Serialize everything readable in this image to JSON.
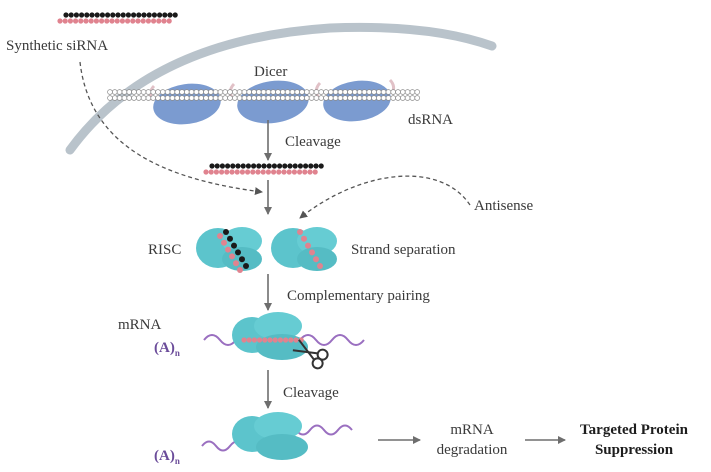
{
  "labels": {
    "synthetic_sirna": "Synthetic siRNA",
    "dicer": "Dicer",
    "dsrna": "dsRNA",
    "cleavage_1": "Cleavage",
    "antisense": "Antisense",
    "risc": "RISC",
    "strand_separation": "Strand separation",
    "complementary_pairing": "Complementary pairing",
    "mrna": "mRNA",
    "poly_a_1": "(A)",
    "poly_a_1_sub": "n",
    "cleavage_2": "Cleavage",
    "poly_a_2": "(A)",
    "poly_a_2_sub": "n",
    "mrna_degradation_line1": "mRNA",
    "mrna_degradation_line2": "degradation",
    "targeted_protein_line1": "Targeted Protein",
    "targeted_protein_line2": "Suppression"
  },
  "colors": {
    "membrane": "#b9c3cb",
    "dicer_protein": "#7b9bd0",
    "risc_protein": "#5cc4cc",
    "sense_strand": "#1a1a1a",
    "antisense_strand": "#e0838f",
    "mrna_strand": "#9a6fc0",
    "arrow": "#6e6e6e"
  },
  "icons": {
    "cutting_tool": "scissors-icon"
  }
}
